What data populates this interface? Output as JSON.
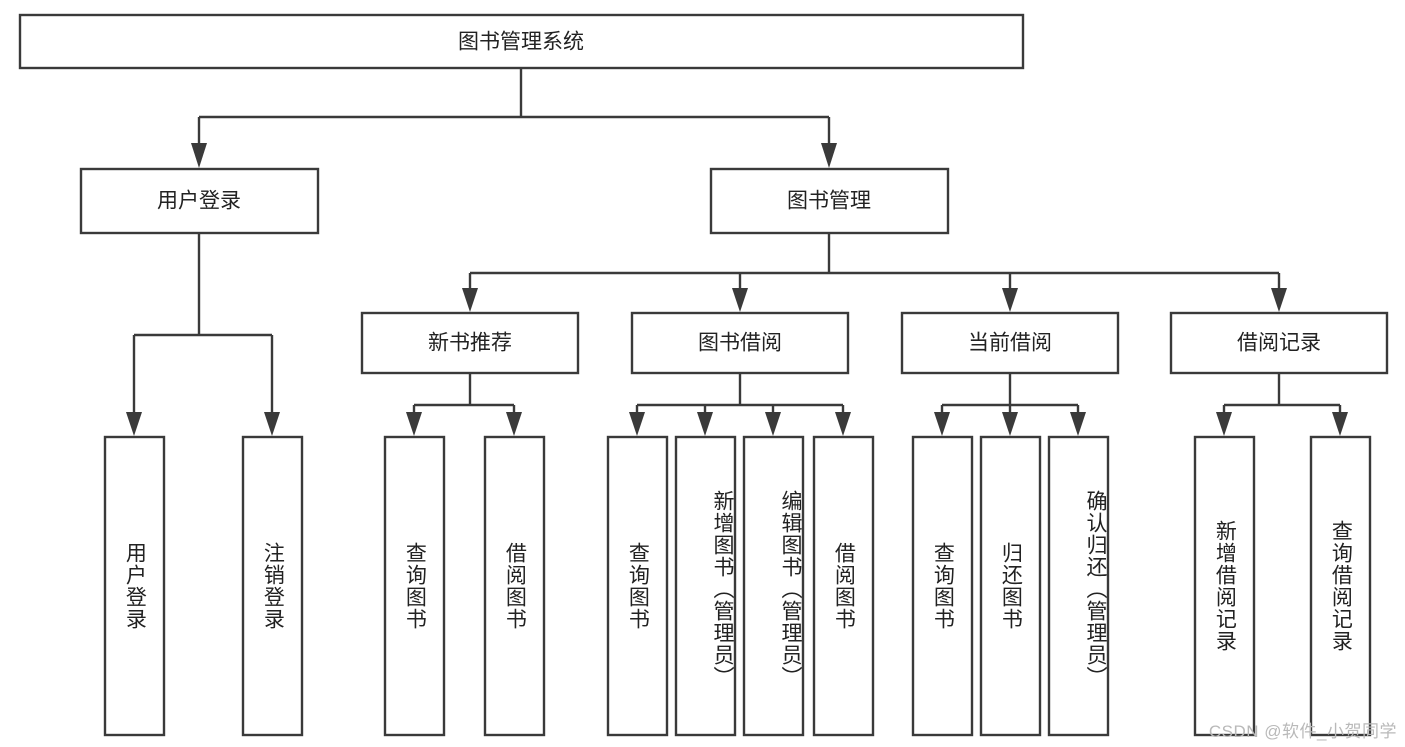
{
  "diagram": {
    "type": "tree-hierarchy",
    "title": "图书管理系统",
    "watermark": "CSDN @软件_小贺同学",
    "colors": {
      "box_stroke": "#3a3a3a",
      "box_fill": "#ffffff",
      "text": "#222222",
      "background": "#ffffff",
      "watermark": "#b9b9b9"
    },
    "levels": 4,
    "nodes": {
      "root": {
        "label": "图书管理系统",
        "level": 1
      },
      "l2": [
        {
          "id": "user-login",
          "label": "用户登录",
          "level": 2
        },
        {
          "id": "book-manage",
          "label": "图书管理",
          "level": 2
        }
      ],
      "l3": [
        {
          "id": "new-book-recommend",
          "label": "新书推荐",
          "level": 3,
          "parent": "book-manage"
        },
        {
          "id": "book-borrow",
          "label": "图书借阅",
          "level": 3,
          "parent": "book-manage"
        },
        {
          "id": "current-borrow",
          "label": "当前借阅",
          "level": 3,
          "parent": "book-manage"
        },
        {
          "id": "borrow-record",
          "label": "借阅记录",
          "level": 3,
          "parent": "book-manage"
        }
      ],
      "leaves": [
        {
          "id": "leaf-user-login",
          "label": "用户登录",
          "parent": "user-login"
        },
        {
          "id": "leaf-logout-login",
          "label": "注销登录",
          "parent": "user-login"
        },
        {
          "id": "leaf-query-book-1",
          "label": "查询图书",
          "parent": "new-book-recommend"
        },
        {
          "id": "leaf-borrow-book-1",
          "label": "借阅图书",
          "parent": "new-book-recommend"
        },
        {
          "id": "leaf-query-book-2",
          "label": "查询图书",
          "parent": "book-borrow"
        },
        {
          "id": "leaf-add-book",
          "label": "新增图书（管理员）",
          "parent": "book-borrow"
        },
        {
          "id": "leaf-edit-book",
          "label": "编辑图书（管理员）",
          "parent": "book-borrow"
        },
        {
          "id": "leaf-borrow-book-2",
          "label": "借阅图书",
          "parent": "book-borrow"
        },
        {
          "id": "leaf-query-book-3",
          "label": "查询图书",
          "parent": "current-borrow"
        },
        {
          "id": "leaf-return-book",
          "label": "归还图书",
          "parent": "current-borrow"
        },
        {
          "id": "leaf-confirm-return",
          "label": "确认归还（管理员）",
          "parent": "current-borrow"
        },
        {
          "id": "leaf-add-record",
          "label": "新增借阅记录",
          "parent": "borrow-record"
        },
        {
          "id": "leaf-query-record",
          "label": "查询借阅记录",
          "parent": "borrow-record"
        }
      ]
    }
  }
}
